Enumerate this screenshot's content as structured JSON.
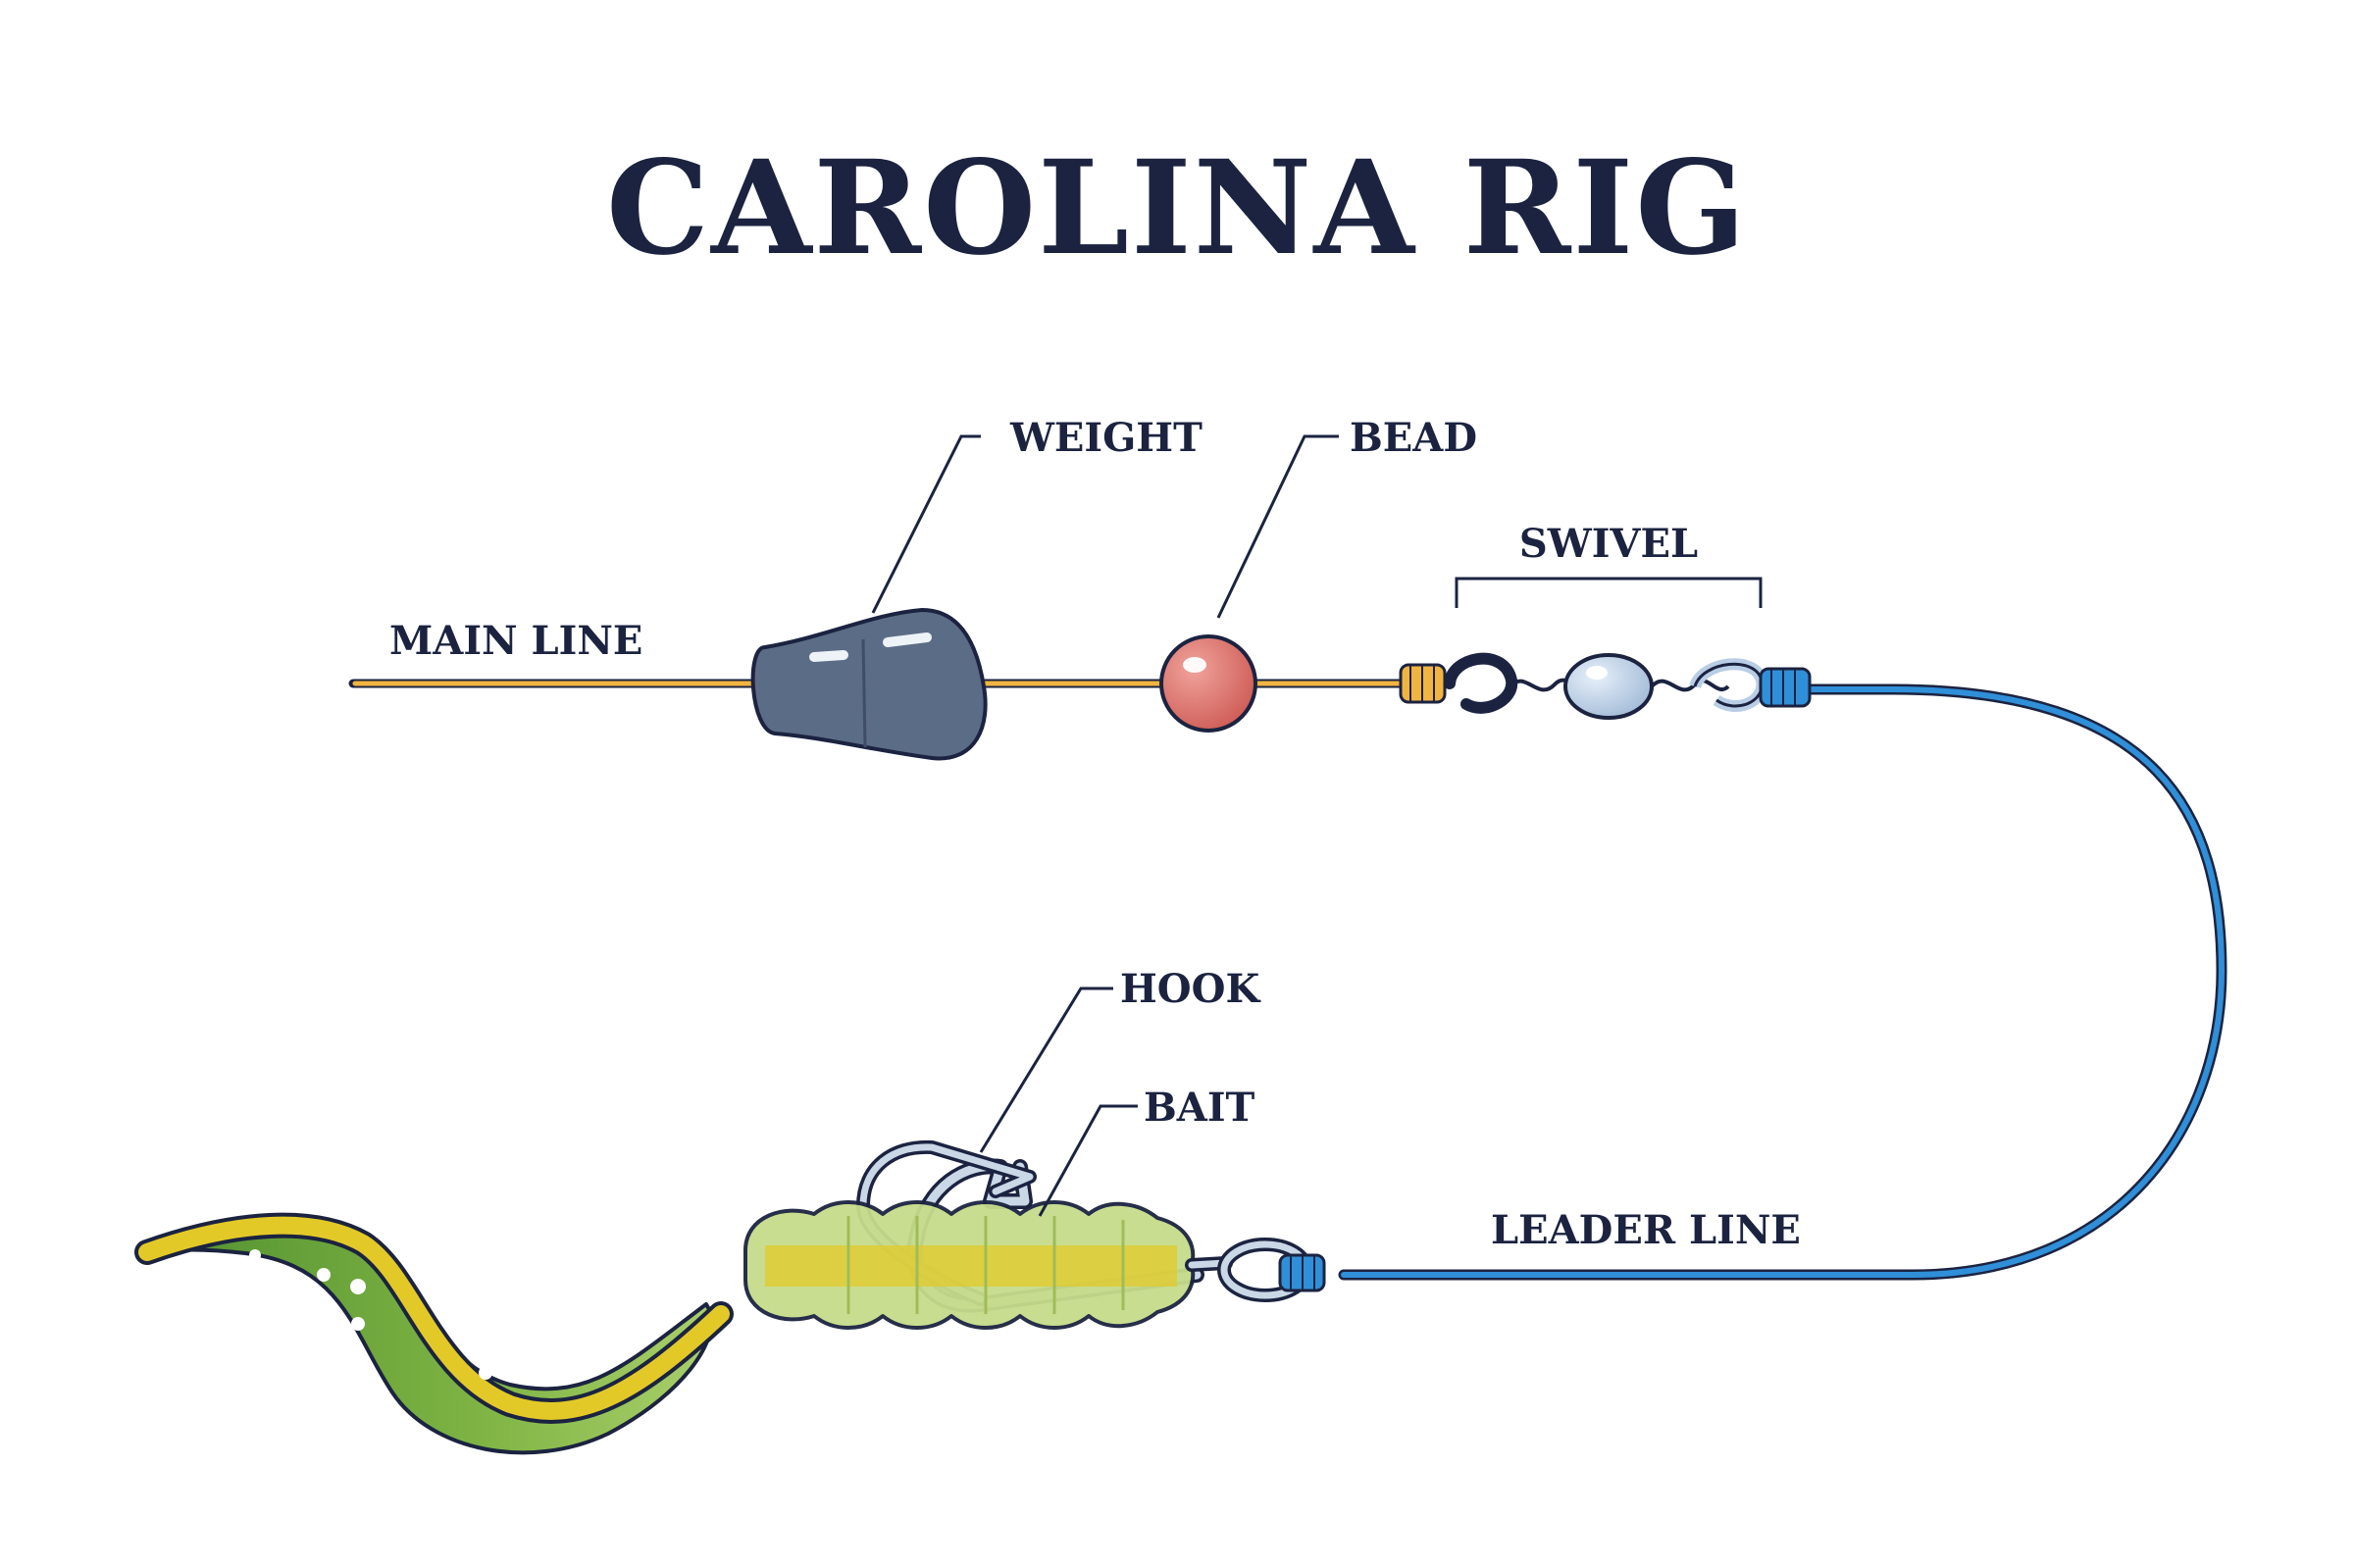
{
  "title": "CAROLINA RIG",
  "labels": {
    "main_line": "MAIN LINE",
    "weight": "WEIGHT",
    "bead": "BEAD",
    "swivel": "SWIVEL",
    "hook": "HOOK",
    "bait": "BAIT",
    "leader_line": "LEADER LINE"
  },
  "colors": {
    "ink": "#1b2340",
    "main_line": "#f2b441",
    "leader_line": "#2f8fd8",
    "weight": "#5b6c86",
    "bead": "#d9706b",
    "swivel": "#b9cee6",
    "bait_green": "#6aa23b",
    "bait_yellow": "#e3c928",
    "hook": "#c9d7e6"
  }
}
